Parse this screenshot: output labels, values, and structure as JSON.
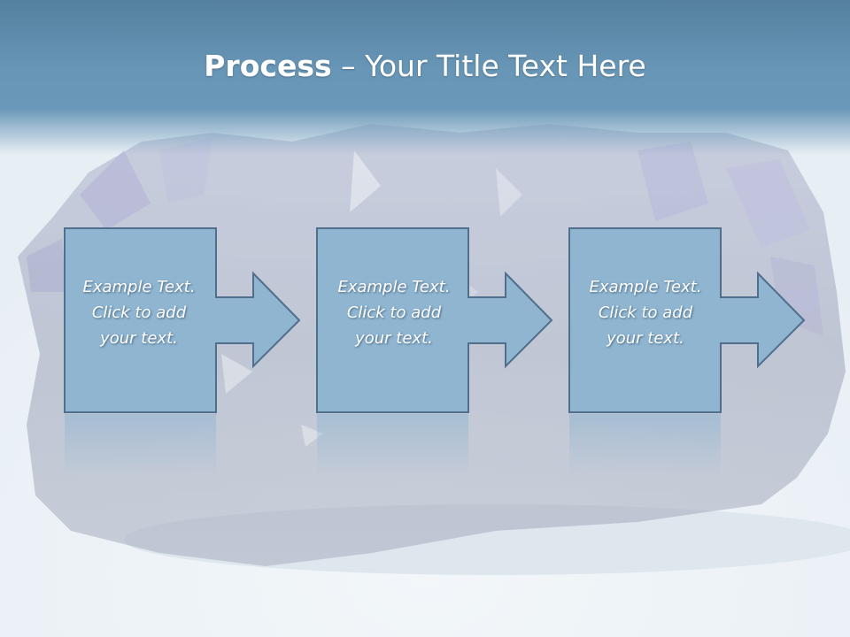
{
  "slide": {
    "title_bold": "Process",
    "title_rest": " – Your Title Text Here"
  },
  "steps": [
    {
      "line1": "Example Text.",
      "line2": "Click  to add",
      "line3": "your text."
    },
    {
      "line1": "Example Text.",
      "line2": "Click  to add",
      "line3": "your text."
    },
    {
      "line1": "Example Text.",
      "line2": "Click  to add",
      "line3": "your text."
    }
  ],
  "colors": {
    "title_band": "#5f8cad",
    "box_fill": "#8fb5d1",
    "box_stroke": "#4f6f8c",
    "crystal": "#6d7597"
  }
}
